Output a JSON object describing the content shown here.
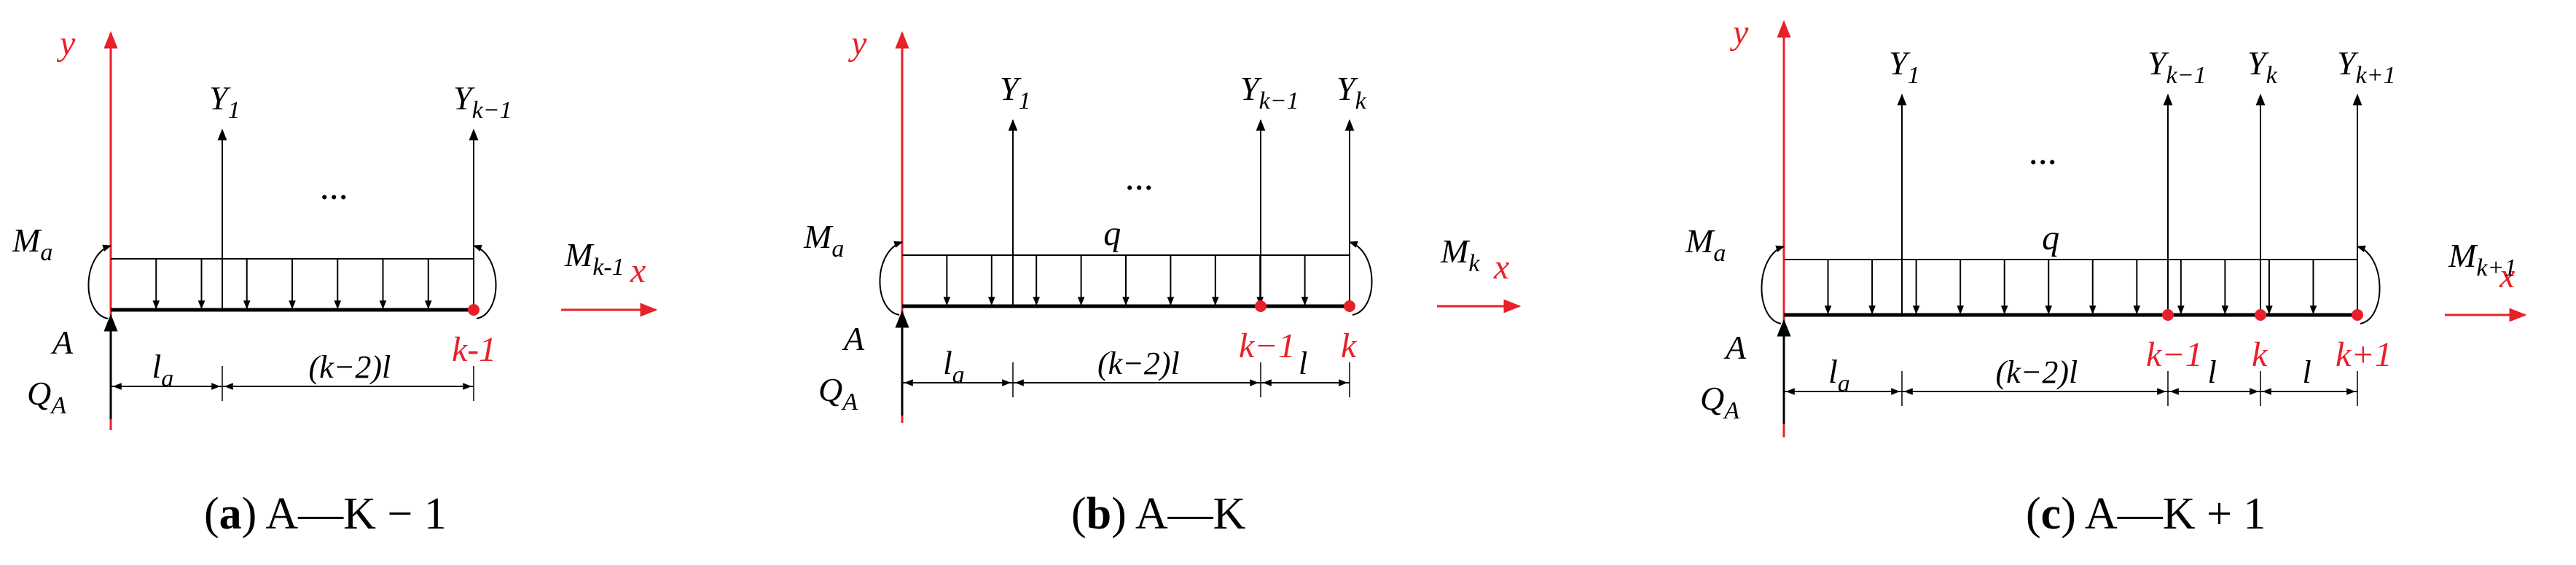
{
  "colors": {
    "axis": "#e8202a",
    "node": "#e8202a",
    "ink": "#000000"
  },
  "panels": [
    {
      "id": "a",
      "caption_letter": "a",
      "caption_text": "A—K − 1",
      "y_axis": "y",
      "x_axis": "x",
      "left_moment": "M",
      "left_moment_sub": "a",
      "right_moment": "M",
      "right_moment_sub": "k-1",
      "support_label": "A",
      "shear": "Q",
      "shear_sub": "A",
      "dots": "...",
      "load_label": "",
      "forces": [
        {
          "main": "Y",
          "sub": "1"
        },
        {
          "main": "Y",
          "sub": "k−1"
        }
      ],
      "nodes": [
        "k-1"
      ],
      "dims": [
        "l",
        "(k−2)l"
      ],
      "dim_sub_first": "a"
    },
    {
      "id": "b",
      "caption_letter": "b",
      "caption_text": "A—K",
      "y_axis": "y",
      "x_axis": "x",
      "left_moment": "M",
      "left_moment_sub": "a",
      "right_moment": "M",
      "right_moment_sub": "k",
      "support_label": "A",
      "shear": "Q",
      "shear_sub": "A",
      "dots": "...",
      "load_label": "q",
      "forces": [
        {
          "main": "Y",
          "sub": "1"
        },
        {
          "main": "Y",
          "sub": "k−1"
        },
        {
          "main": "Y",
          "sub": "k"
        }
      ],
      "nodes": [
        "k−1",
        "k"
      ],
      "dims": [
        "l",
        "(k−2)l",
        "l"
      ],
      "dim_sub_first": "a"
    },
    {
      "id": "c",
      "caption_letter": "c",
      "caption_text": "A—K + 1",
      "y_axis": "y",
      "x_axis": "x",
      "left_moment": "M",
      "left_moment_sub": "a",
      "right_moment": "M",
      "right_moment_sub": "k+1",
      "support_label": "A",
      "shear": "Q",
      "shear_sub": "A",
      "dots": "...",
      "load_label": "q",
      "forces": [
        {
          "main": "Y",
          "sub": "1"
        },
        {
          "main": "Y",
          "sub": "k−1"
        },
        {
          "main": "Y",
          "sub": "k"
        },
        {
          "main": "Y",
          "sub": "k+1"
        }
      ],
      "nodes": [
        "k−1",
        "k",
        "k+1"
      ],
      "dims": [
        "l",
        "(k−2)l",
        "l",
        "l"
      ],
      "dim_sub_first": "a"
    }
  ]
}
